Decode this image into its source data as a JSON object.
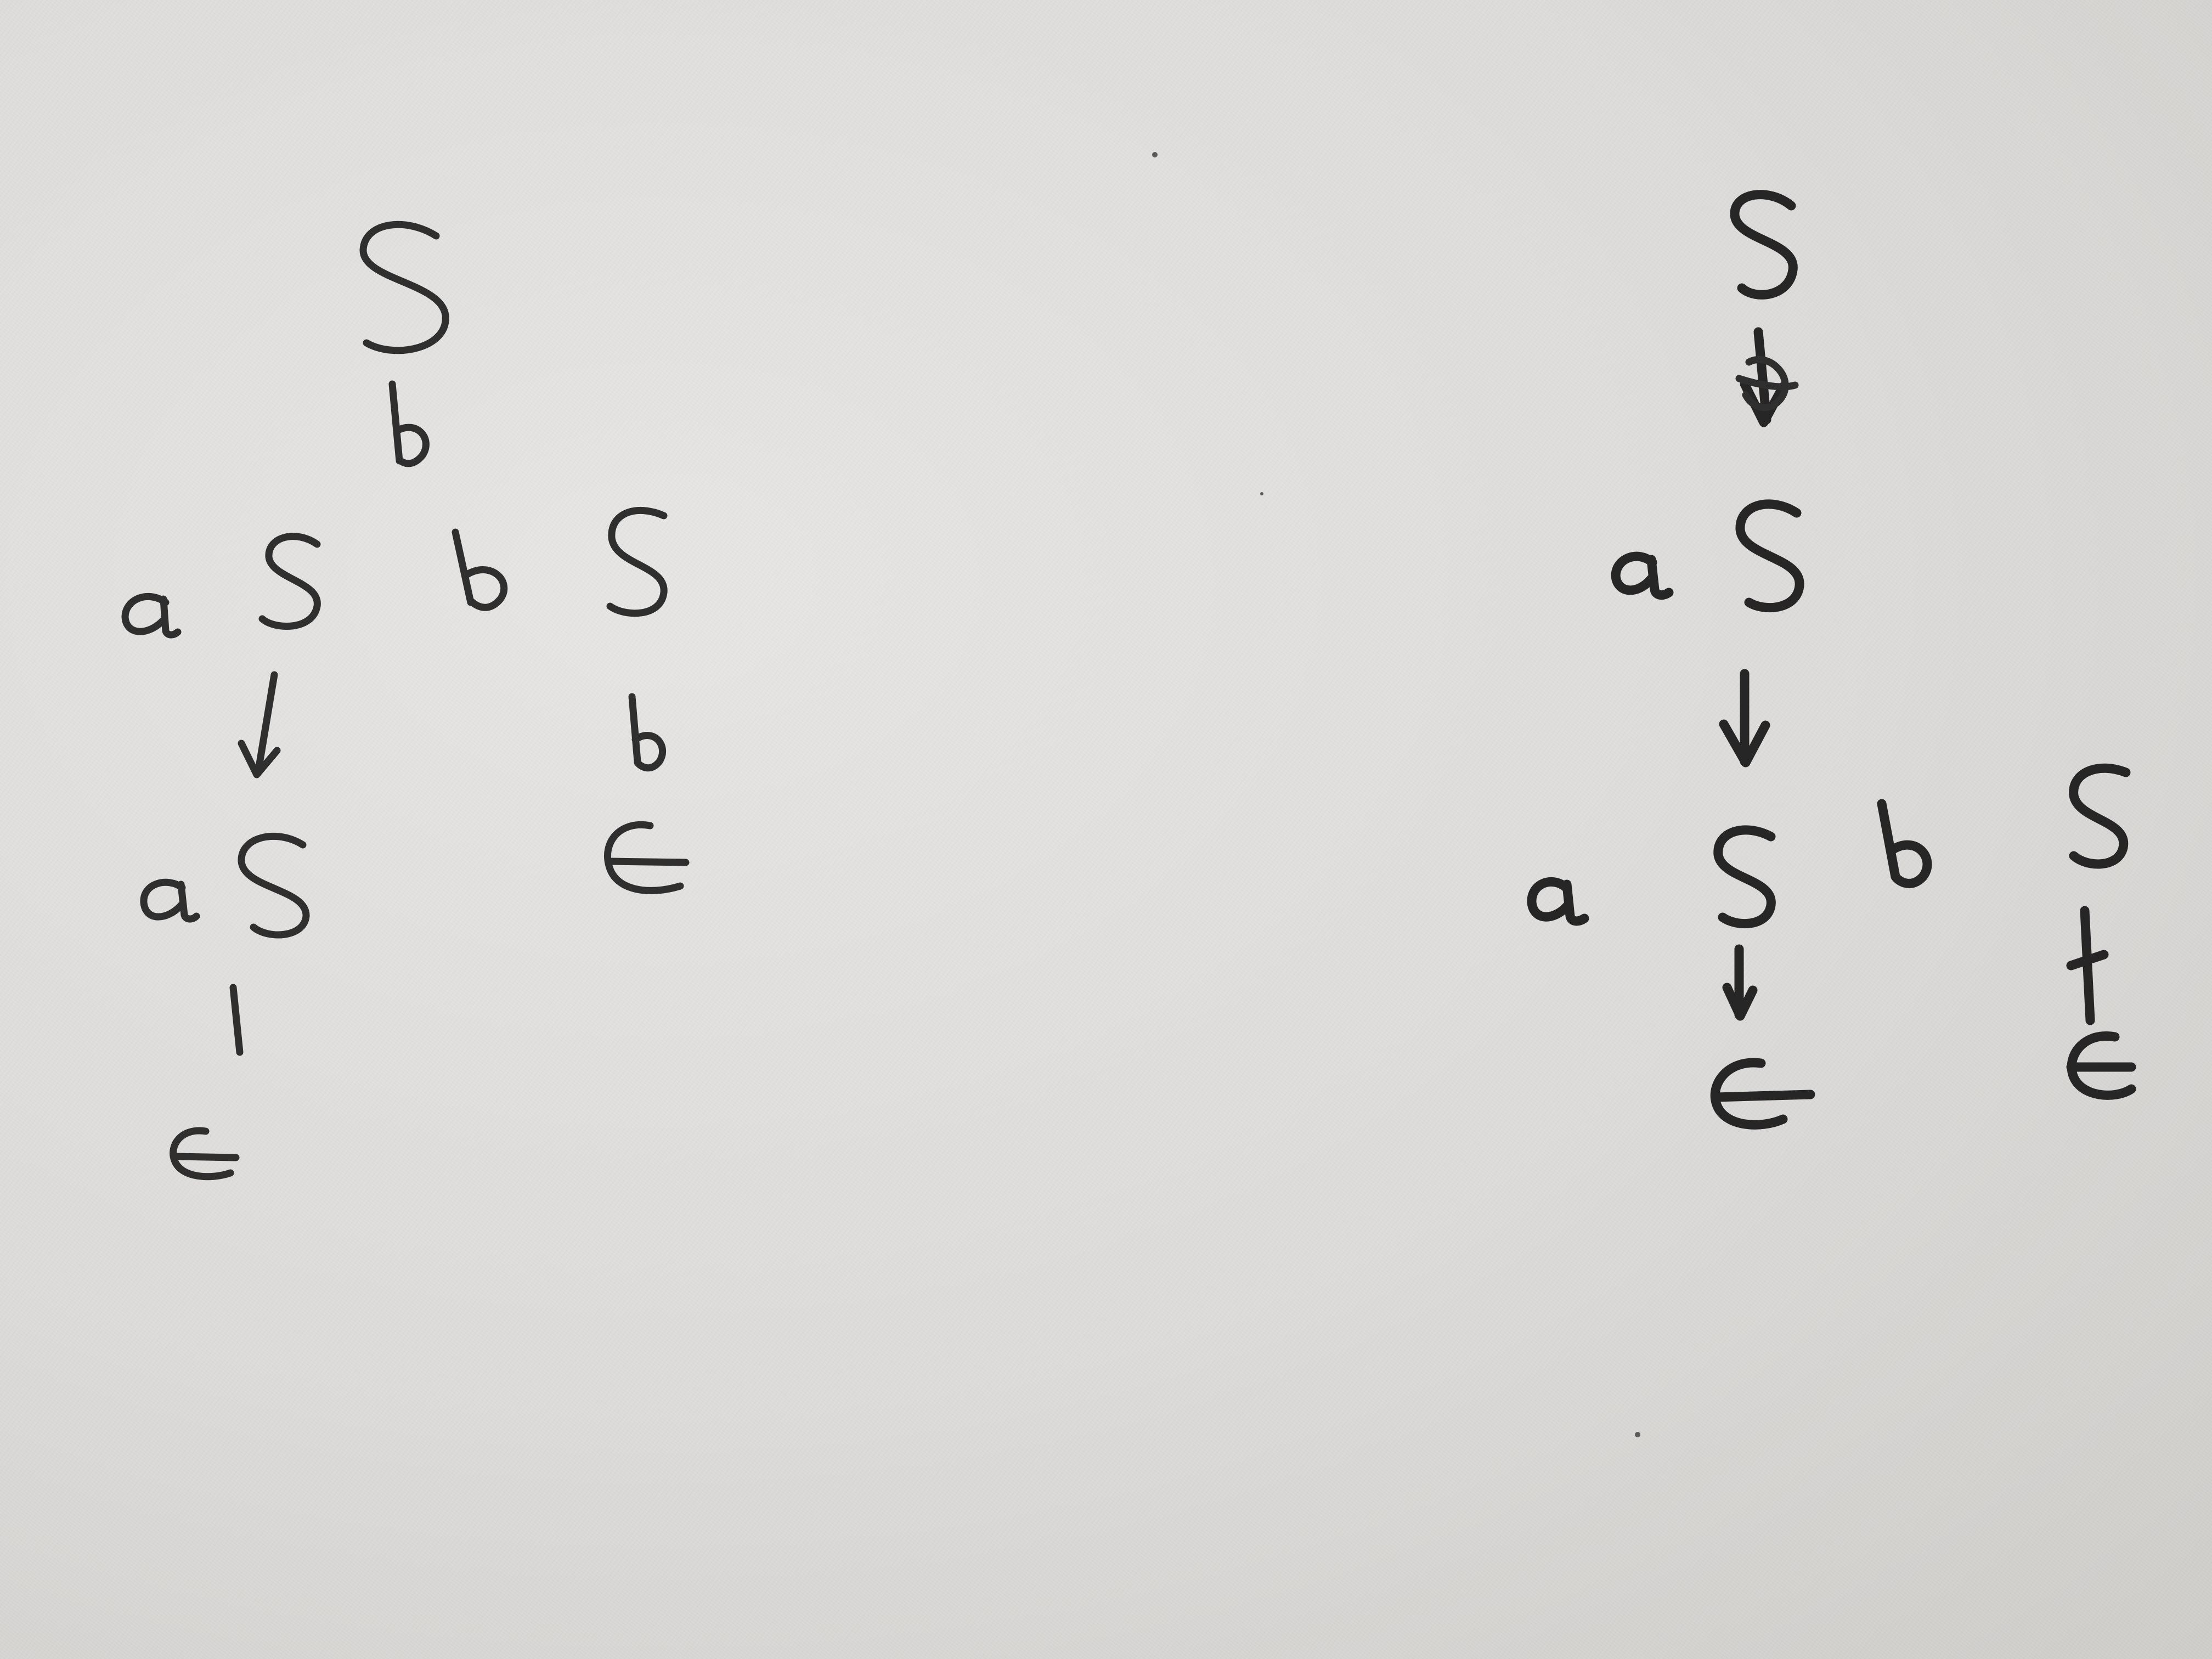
{
  "photo": {
    "paper_color": "#dedddb",
    "pencil_color": "#2f2f2f",
    "description_kind": "handwritten-parse-trees"
  },
  "left_tree": {
    "root": "S",
    "children": [
      "a",
      "S",
      "b",
      "S"
    ],
    "inner_left": [
      "a",
      "S"
    ],
    "leaves": [
      "ϵ",
      "b",
      "ϵ"
    ]
  },
  "right_tree": {
    "root": "S",
    "level1": [
      "a",
      "S"
    ],
    "level2": [
      "a",
      "S",
      "b",
      "S"
    ],
    "leaves": [
      "ϵ",
      "ϵ"
    ]
  }
}
